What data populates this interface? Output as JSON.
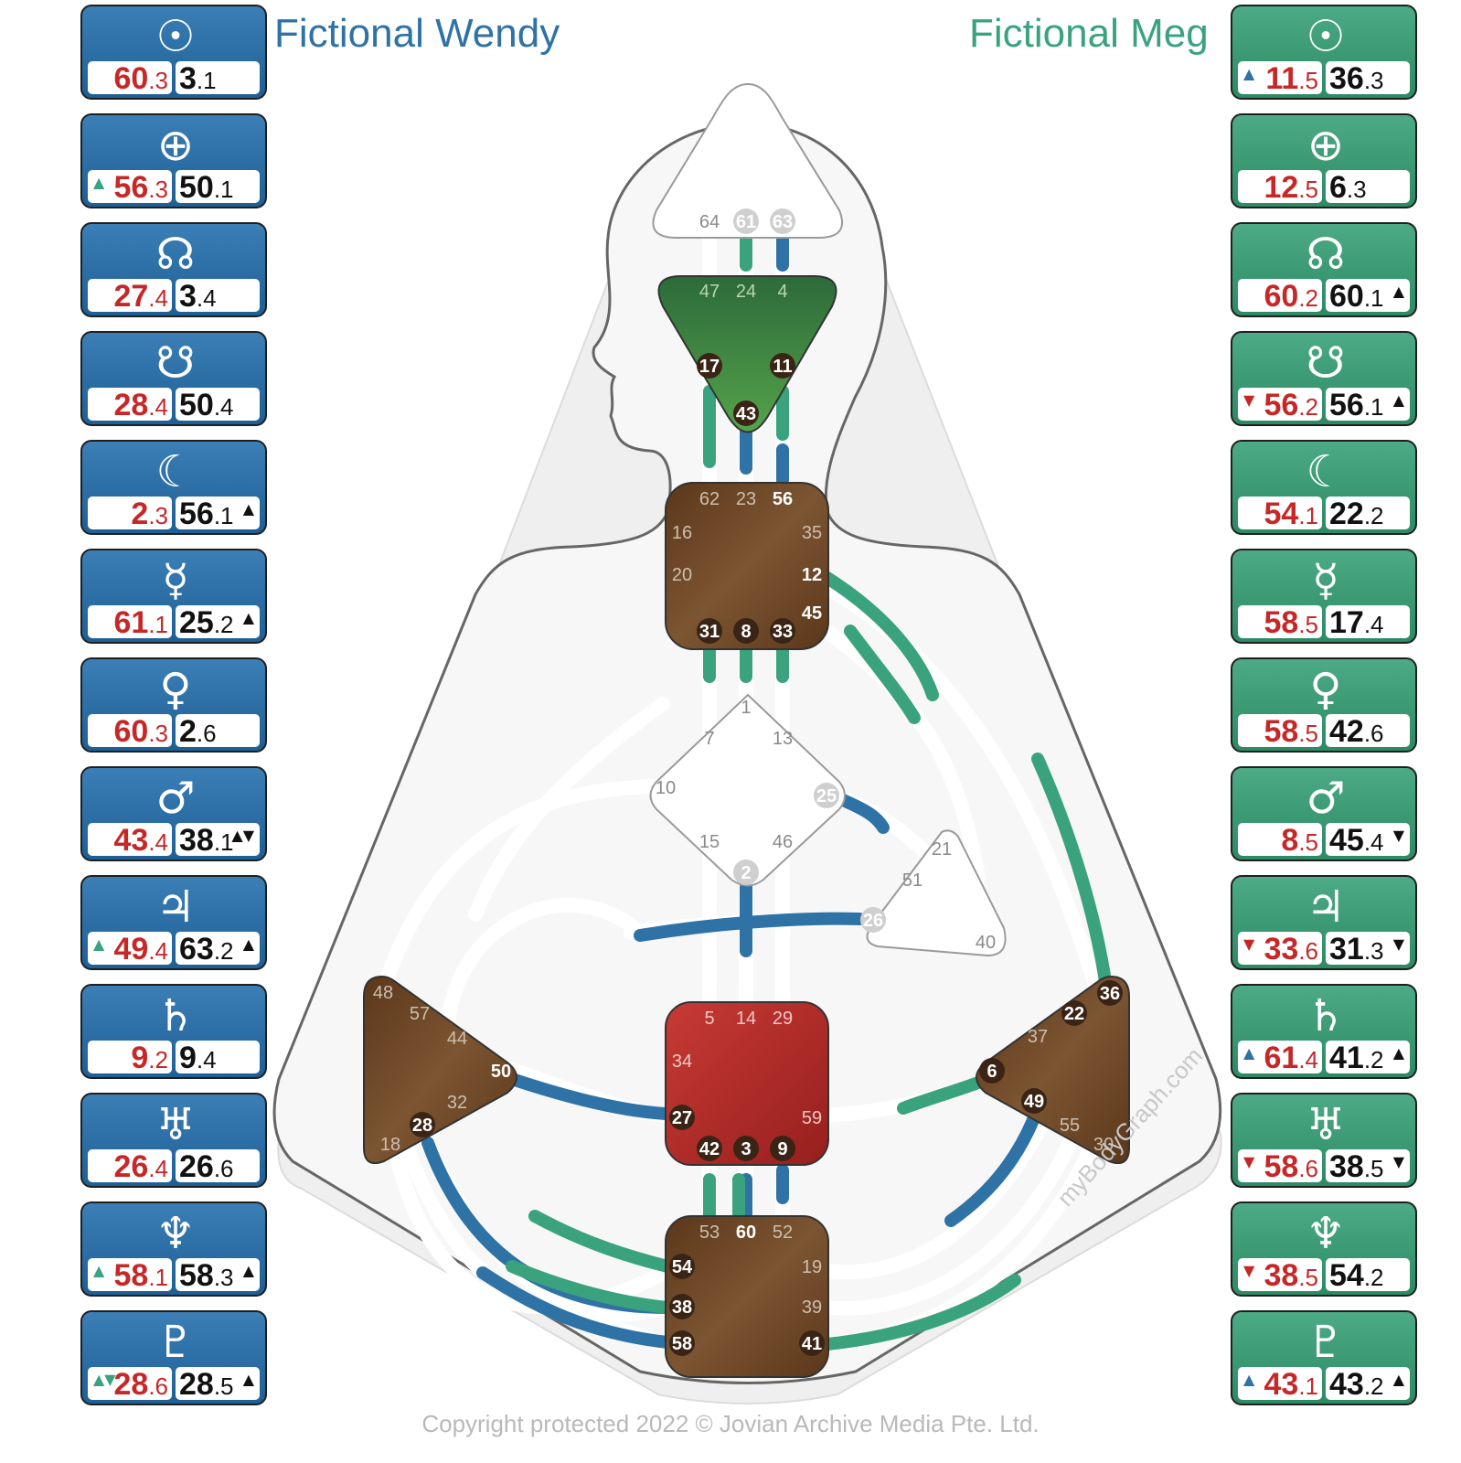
{
  "titles": {
    "left": "Fictional Wendy",
    "right": "Fictional Meg"
  },
  "footer": "Copyright protected 2022 © Jovian Archive Media Pte. Ltd.",
  "watermark": "myBodyGraph.com",
  "colors": {
    "wendy": "#2f72a6",
    "meg": "#3aa37e",
    "design_value": "#c62828",
    "head_center": "#ffffff",
    "ajna_center": "#3d8a3a",
    "throat_center": "#6b4323",
    "g_center": "#ffffff",
    "ego_center": "#ffffff",
    "sacral_center": "#b52a27",
    "spleen_center": "#6b4323",
    "solar_plexus_center": "#6b4323",
    "root_center": "#6b4323"
  },
  "planets": {
    "wendy": [
      {
        "icon": "sun-icon",
        "glyph": "☉",
        "design": "60",
        "design_line": ".3",
        "pers": "3",
        "pers_line": ".1",
        "d_arrow": "",
        "p_arrow": ""
      },
      {
        "icon": "earth-icon",
        "glyph": "⊕",
        "design": "56",
        "design_line": ".3",
        "pers": "50",
        "pers_line": ".1",
        "d_arrow": "▲",
        "p_arrow": ""
      },
      {
        "icon": "north-node-icon",
        "glyph": "☊",
        "design": "27",
        "design_line": ".4",
        "pers": "3",
        "pers_line": ".4",
        "d_arrow": "",
        "p_arrow": ""
      },
      {
        "icon": "south-node-icon",
        "glyph": "☋",
        "design": "28",
        "design_line": ".4",
        "pers": "50",
        "pers_line": ".4",
        "d_arrow": "",
        "p_arrow": ""
      },
      {
        "icon": "moon-icon",
        "glyph": "☾",
        "design": "2",
        "design_line": ".3",
        "pers": "56",
        "pers_line": ".1",
        "d_arrow": "",
        "p_arrow": "▲"
      },
      {
        "icon": "mercury-icon",
        "glyph": "☿",
        "design": "61",
        "design_line": ".1",
        "pers": "25",
        "pers_line": ".2",
        "d_arrow": "",
        "p_arrow": "▲"
      },
      {
        "icon": "venus-icon",
        "glyph": "♀",
        "design": "60",
        "design_line": ".3",
        "pers": "2",
        "pers_line": ".6",
        "d_arrow": "",
        "p_arrow": ""
      },
      {
        "icon": "mars-icon",
        "glyph": "♂",
        "design": "43",
        "design_line": ".4",
        "pers": "38",
        "pers_line": ".1",
        "d_arrow": "",
        "p_arrow": "▲▼"
      },
      {
        "icon": "jupiter-icon",
        "glyph": "♃",
        "design": "49",
        "design_line": ".4",
        "pers": "63",
        "pers_line": ".2",
        "d_arrow": "▲",
        "p_arrow": "▲"
      },
      {
        "icon": "saturn-icon",
        "glyph": "♄",
        "design": "9",
        "design_line": ".2",
        "pers": "9",
        "pers_line": ".4",
        "d_arrow": "",
        "p_arrow": ""
      },
      {
        "icon": "uranus-icon",
        "glyph": "♅",
        "design": "26",
        "design_line": ".4",
        "pers": "26",
        "pers_line": ".6",
        "d_arrow": "",
        "p_arrow": ""
      },
      {
        "icon": "neptune-icon",
        "glyph": "♆",
        "design": "58",
        "design_line": ".1",
        "pers": "58",
        "pers_line": ".3",
        "d_arrow": "▲",
        "p_arrow": "▲"
      },
      {
        "icon": "pluto-icon",
        "glyph": "♇",
        "design": "28",
        "design_line": ".6",
        "pers": "28",
        "pers_line": ".5",
        "d_arrow": "▲▼",
        "p_arrow": "▲"
      }
    ],
    "meg": [
      {
        "icon": "sun-icon",
        "glyph": "☉",
        "design": "11",
        "design_line": ".5",
        "pers": "36",
        "pers_line": ".3",
        "d_arrow": "▲",
        "p_arrow": ""
      },
      {
        "icon": "earth-icon",
        "glyph": "⊕",
        "design": "12",
        "design_line": ".5",
        "pers": "6",
        "pers_line": ".3",
        "d_arrow": "",
        "p_arrow": ""
      },
      {
        "icon": "north-node-icon",
        "glyph": "☊",
        "design": "60",
        "design_line": ".2",
        "pers": "60",
        "pers_line": ".1",
        "d_arrow": "",
        "p_arrow": "▲"
      },
      {
        "icon": "south-node-icon",
        "glyph": "☋",
        "design": "56",
        "design_line": ".2",
        "pers": "56",
        "pers_line": ".1",
        "d_arrow": "▼",
        "p_arrow": "▲"
      },
      {
        "icon": "moon-icon",
        "glyph": "☾",
        "design": "54",
        "design_line": ".1",
        "pers": "22",
        "pers_line": ".2",
        "d_arrow": "",
        "p_arrow": ""
      },
      {
        "icon": "mercury-icon",
        "glyph": "☿",
        "design": "58",
        "design_line": ".5",
        "pers": "17",
        "pers_line": ".4",
        "d_arrow": "",
        "p_arrow": ""
      },
      {
        "icon": "venus-icon",
        "glyph": "♀",
        "design": "58",
        "design_line": ".5",
        "pers": "42",
        "pers_line": ".6",
        "d_arrow": "",
        "p_arrow": ""
      },
      {
        "icon": "mars-icon",
        "glyph": "♂",
        "design": "8",
        "design_line": ".5",
        "pers": "45",
        "pers_line": ".4",
        "d_arrow": "",
        "p_arrow": "▼"
      },
      {
        "icon": "jupiter-icon",
        "glyph": "♃",
        "design": "33",
        "design_line": ".6",
        "pers": "31",
        "pers_line": ".3",
        "d_arrow": "▼",
        "p_arrow": "▼"
      },
      {
        "icon": "saturn-icon",
        "glyph": "♄",
        "design": "61",
        "design_line": ".4",
        "pers": "41",
        "pers_line": ".2",
        "d_arrow": "▲",
        "p_arrow": "▲"
      },
      {
        "icon": "uranus-icon",
        "glyph": "♅",
        "design": "58",
        "design_line": ".6",
        "pers": "38",
        "pers_line": ".5",
        "d_arrow": "▼",
        "p_arrow": "▼"
      },
      {
        "icon": "neptune-icon",
        "glyph": "♆",
        "design": "38",
        "design_line": ".5",
        "pers": "54",
        "pers_line": ".2",
        "d_arrow": "▼",
        "p_arrow": ""
      },
      {
        "icon": "pluto-icon",
        "glyph": "♇",
        "design": "43",
        "design_line": ".1",
        "pers": "43",
        "pers_line": ".2",
        "d_arrow": "▲",
        "p_arrow": "▲"
      }
    ]
  },
  "gates": {
    "head": [
      "64",
      "61",
      "63"
    ],
    "ajna": [
      "47",
      "24",
      "4",
      "17",
      "11",
      "43"
    ],
    "throat": [
      "62",
      "23",
      "56",
      "16",
      "35",
      "20",
      "12",
      "45",
      "31",
      "8",
      "33"
    ],
    "g": [
      "1",
      "7",
      "13",
      "10",
      "25",
      "15",
      "46",
      "2"
    ],
    "ego": [
      "21",
      "51",
      "26",
      "40"
    ],
    "sacral": [
      "5",
      "14",
      "29",
      "34",
      "27",
      "59",
      "42",
      "3",
      "9"
    ],
    "spleen": [
      "48",
      "57",
      "44",
      "50",
      "32",
      "28",
      "18"
    ],
    "solar_plexus": [
      "36",
      "22",
      "37",
      "6",
      "49",
      "55",
      "30"
    ],
    "root": [
      "53",
      "60",
      "52",
      "54",
      "19",
      "38",
      "39",
      "58",
      "41"
    ]
  }
}
